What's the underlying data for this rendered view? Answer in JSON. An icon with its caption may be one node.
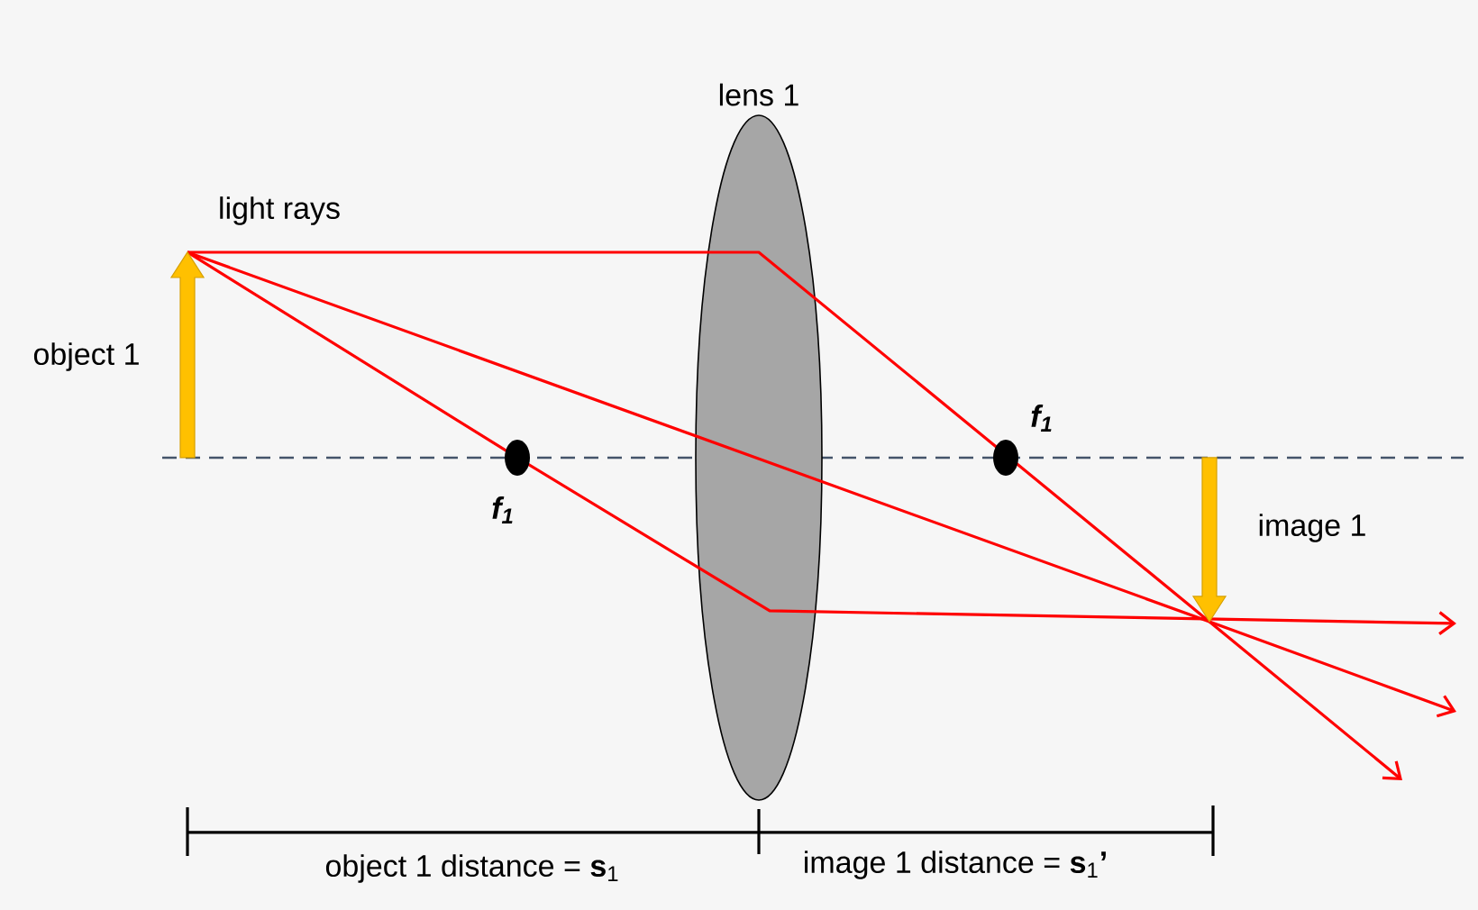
{
  "diagram": {
    "nodes": [
      {
        "text": [
          "lens 1"
        ]
      }
    ],
    "labels": [
      "light rays",
      "object 1",
      "f$_{1}$",
      "f$_{1}$",
      "image 1",
      "object 1 distance = **s**$_{1}$",
      "image 1 distance = **s**$_{1}$**’**"
    ]
  }
}
